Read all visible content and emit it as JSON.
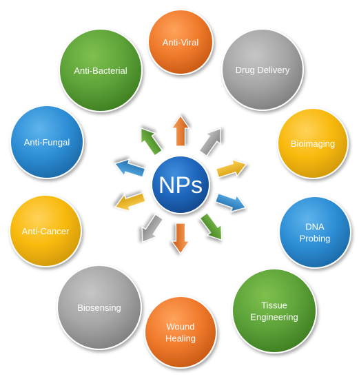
{
  "center": {
    "label": "NPs",
    "color": "blue"
  },
  "applications": [
    {
      "id": "anti-viral",
      "lines": [
        "Anti-Viral"
      ],
      "color": "orange"
    },
    {
      "id": "drug-delivery",
      "lines": [
        "Drug Delivery"
      ],
      "color": "gray"
    },
    {
      "id": "bioimaging",
      "lines": [
        "Bioimaging"
      ],
      "color": "yellow"
    },
    {
      "id": "dna-probing",
      "lines": [
        "DNA",
        "Probing"
      ],
      "color": "blue"
    },
    {
      "id": "tissue-engineering",
      "lines": [
        "Tissue",
        "Engineering"
      ],
      "color": "green"
    },
    {
      "id": "wound-healing",
      "lines": [
        "Wound",
        "Healing"
      ],
      "color": "orange"
    },
    {
      "id": "biosensing",
      "lines": [
        "Biosensing"
      ],
      "color": "gray"
    },
    {
      "id": "anti-cancer",
      "lines": [
        "Anti-Cancer"
      ],
      "color": "yellow"
    },
    {
      "id": "anti-fungal",
      "lines": [
        "Anti-Fungal"
      ],
      "color": "blue"
    },
    {
      "id": "anti-bacterial",
      "lines": [
        "Anti-Bacterial"
      ],
      "color": "green"
    }
  ],
  "arrows": [
    {
      "to": "anti-viral",
      "color": "orange"
    },
    {
      "to": "drug-delivery",
      "color": "gray"
    },
    {
      "to": "bioimaging",
      "color": "yellow"
    },
    {
      "to": "dna-probing",
      "color": "blue"
    },
    {
      "to": "tissue-engineering",
      "color": "green"
    },
    {
      "to": "wound-healing",
      "color": "orange"
    },
    {
      "to": "biosensing",
      "color": "gray"
    },
    {
      "to": "anti-cancer",
      "color": "yellow"
    },
    {
      "to": "anti-fungal",
      "color": "blue"
    },
    {
      "to": "anti-bacterial",
      "color": "green"
    }
  ],
  "palette": {
    "orange": {
      "light": "#ffa35c",
      "base": "#f07a2c",
      "dark": "#c85a14"
    },
    "gray": {
      "light": "#c6c6c6",
      "base": "#a6a6a6",
      "dark": "#808080"
    },
    "yellow": {
      "light": "#ffd35a",
      "base": "#f8b90c",
      "dark": "#d29a06"
    },
    "blue": {
      "light": "#5fb4ec",
      "base": "#2e8fd6",
      "dark": "#1c6aa8"
    },
    "green": {
      "light": "#7fc04e",
      "base": "#5ea33a",
      "dark": "#3f7f22"
    },
    "center": {
      "light": "#3f8fdc",
      "base": "#1f66bd",
      "dark": "#134a8e"
    }
  }
}
